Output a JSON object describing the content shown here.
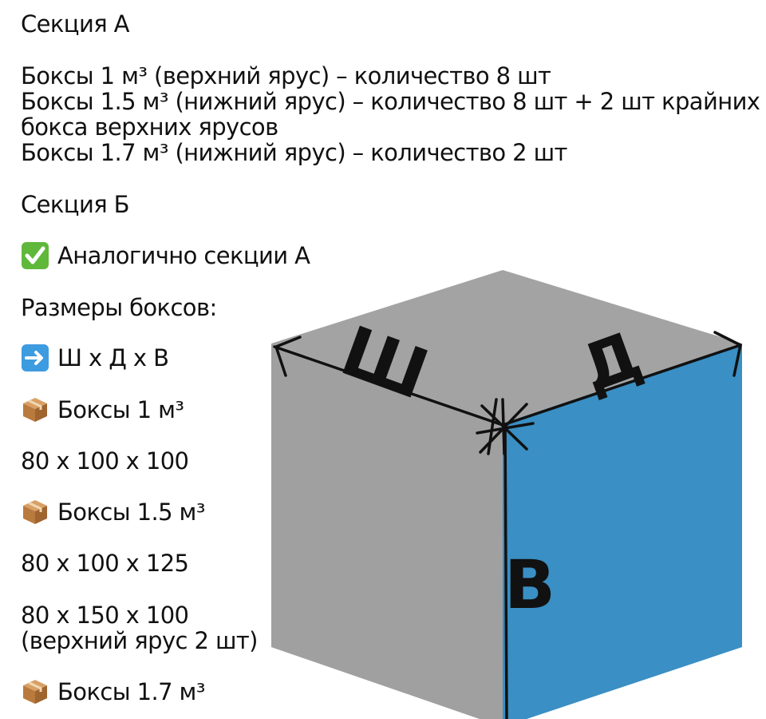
{
  "sections": {
    "a_title": "Секция А",
    "a_lines": [
      "Боксы 1 м³ (верхний ярус) – количество 8 шт",
      "Боксы 1.5 м³ (нижний ярус) – количество 8 шт +  2 шт крайних",
      "бокса верхних ярусов",
      "Боксы 1.7 м³ (нижний ярус) – количество 2 шт"
    ],
    "b_title": "Секция Б",
    "b_note": "Аналогично секции А"
  },
  "sizes": {
    "title": "Размеры боксов:",
    "legend": "Ш х Д х В",
    "box1_label": "Боксы 1 м³",
    "box1_dims": "80 х 100 х 100",
    "box15_label": "Боксы 1.5 м³",
    "box15_dims": "80 х 100 х 125",
    "box15_alt_dims": "80 х 150 х 100",
    "box15_alt_note": "(верхний ярус 2 шт)",
    "box17_label": "Боксы 1.7 м³"
  },
  "cube": {
    "width_letter": "Ш",
    "length_letter": "Д",
    "height_letter": "В",
    "colors": {
      "top": "#a3a3a3",
      "left": "#a0a0a0",
      "right": "#3a8fc4"
    }
  },
  "icons": {
    "check": "check-mark-button-icon",
    "arrow": "right-arrow-icon",
    "box": "package-icon"
  }
}
